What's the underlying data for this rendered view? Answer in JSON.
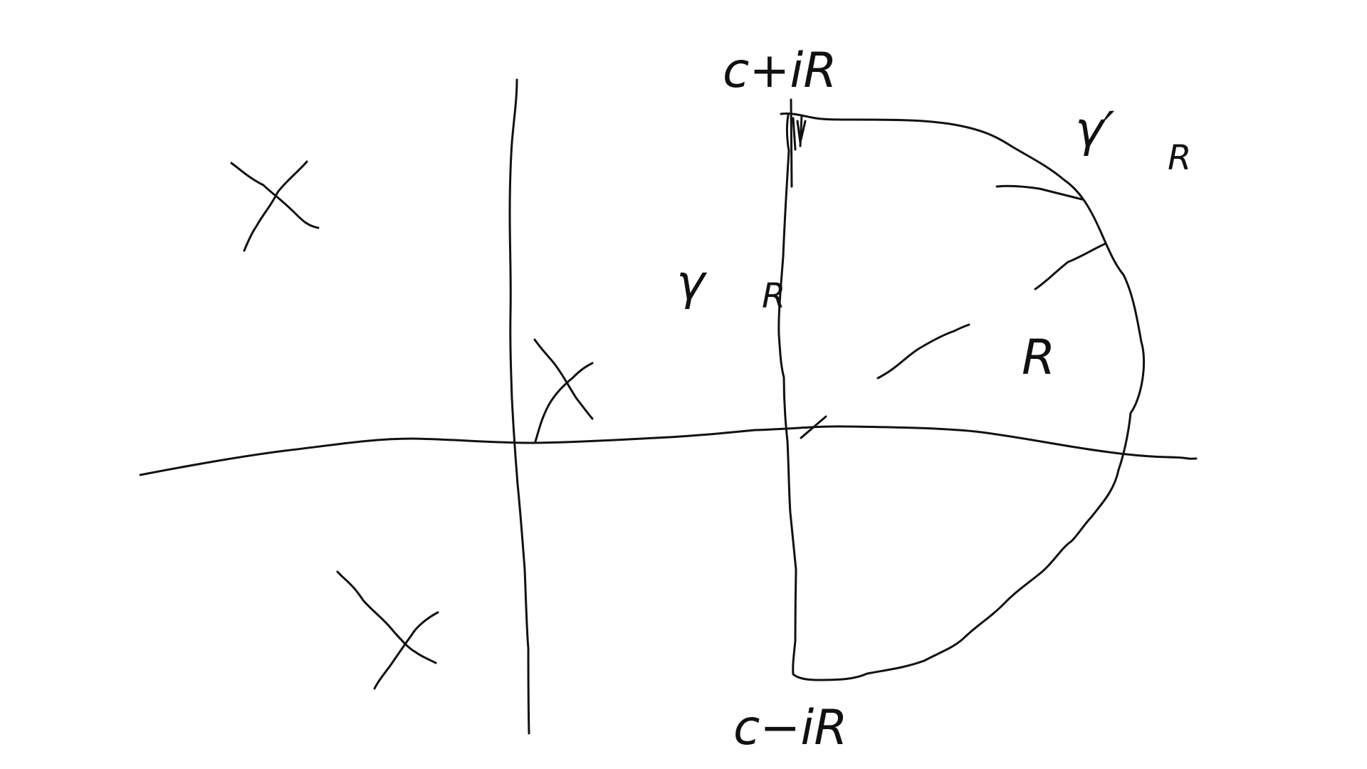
{
  "labels": {
    "top_endpoint": "c+iR",
    "bottom_endpoint": "c−iR",
    "segment_name": "γ",
    "segment_subscript": "R",
    "arc_name": "γ′",
    "arc_subscript": "R",
    "radius": "R"
  },
  "poles": [
    {
      "name": "pole-upper-left"
    },
    {
      "name": "pole-near-origin"
    },
    {
      "name": "pole-lower-left"
    }
  ],
  "colors": {
    "ink": "#111111",
    "background": "#ffffff"
  }
}
